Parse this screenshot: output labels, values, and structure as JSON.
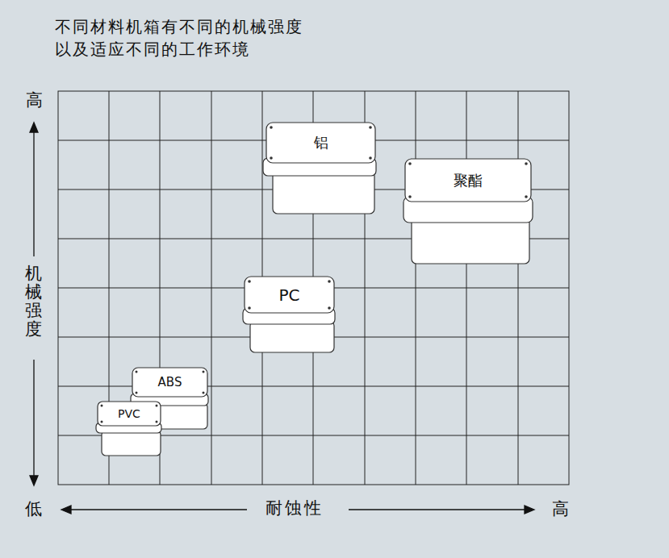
{
  "diagram": {
    "title": "不同材料机箱有不同的机械强度 以及适应不同的工作环境",
    "nodes": [
      {
        "text": [
          "铝"
        ]
      },
      {
        "text": [
          "聚酯"
        ]
      },
      {
        "text": [
          "PC"
        ]
      },
      {
        "text": [
          "ABS"
        ]
      },
      {
        "text": [
          "PVC"
        ]
      }
    ],
    "labels": [
      "高",
      "机械强度",
      "低",
      "耐蚀性",
      "高"
    ]
  }
}
